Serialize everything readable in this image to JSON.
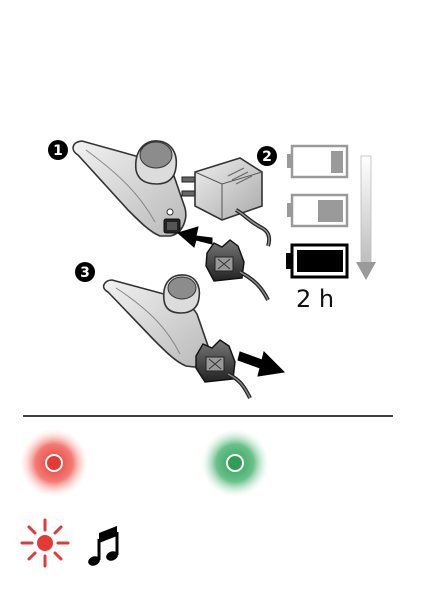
{
  "steps": [
    {
      "number": "1"
    },
    {
      "number": "2"
    },
    {
      "number": "3"
    }
  ],
  "charging_time": "2 h",
  "battery_levels": [
    {
      "state": "low",
      "fill": 0.25,
      "color": "#9a9a9a"
    },
    {
      "state": "medium",
      "fill": 0.55,
      "color": "#9a9a9a"
    },
    {
      "state": "full",
      "fill": 1.0,
      "color": "#000000"
    }
  ],
  "indicators": [
    {
      "name": "red-light-charging",
      "color": "#e53935"
    },
    {
      "name": "green-light-charged",
      "color": "#2e9e55"
    },
    {
      "name": "red-light-flashing",
      "color": "#e53935"
    },
    {
      "name": "music-note",
      "color": "#000000"
    }
  ]
}
